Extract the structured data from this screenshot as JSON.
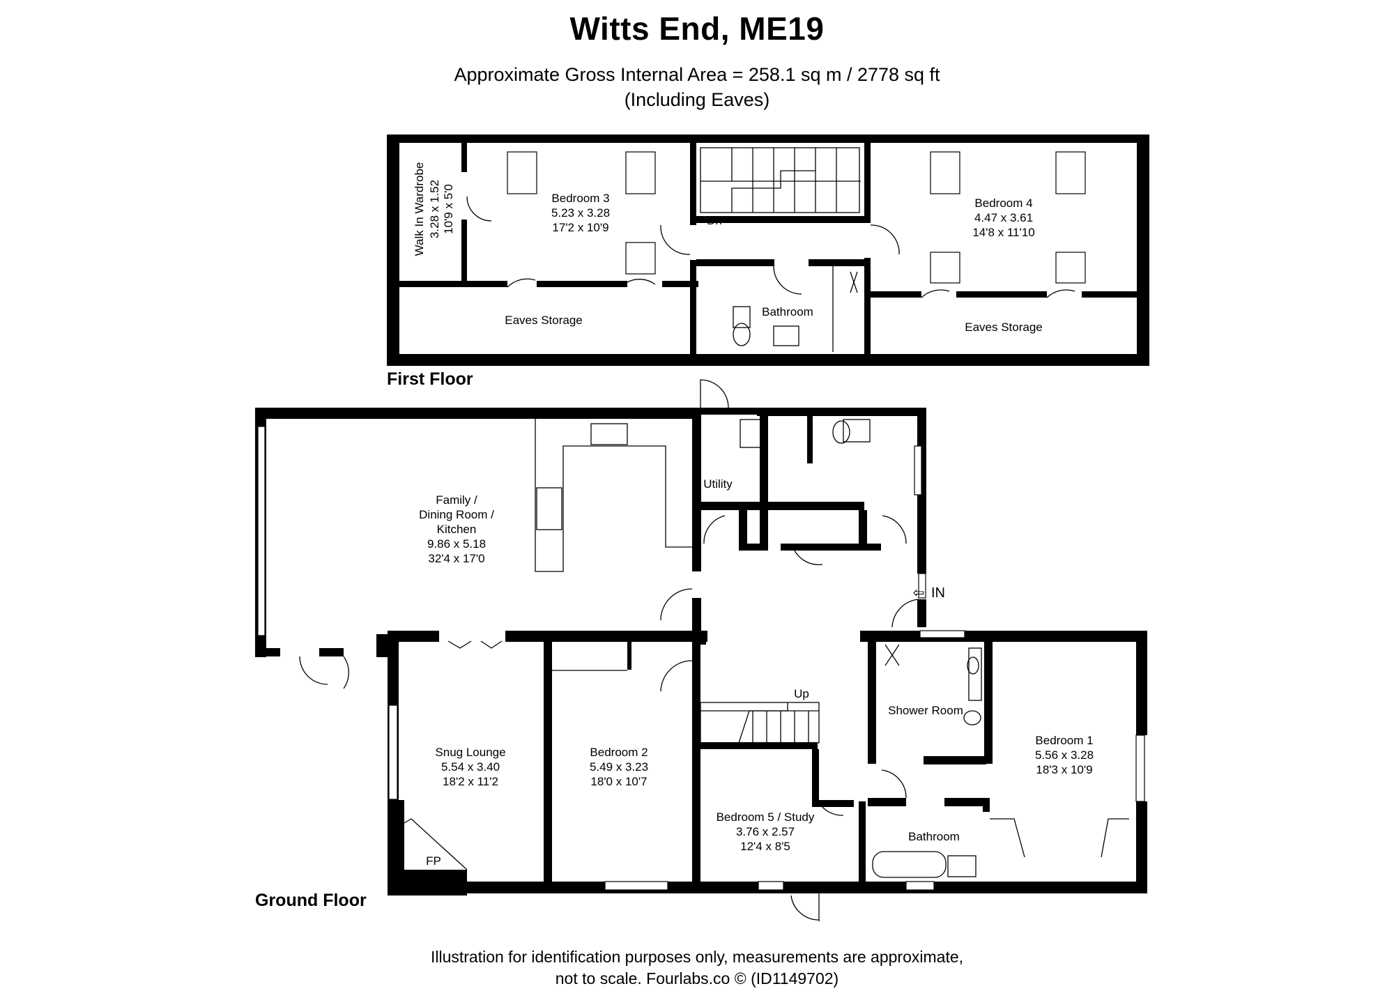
{
  "title": "Witts End, ME19",
  "subtitle_line1": "Approximate Gross Internal Area = 258.1 sq m / 2778 sq ft",
  "subtitle_line2": "(Including Eaves)",
  "first_floor": {
    "label": "First Floor",
    "rooms": {
      "wardrobe": {
        "name": "Walk In Wardrobe",
        "metric": "3.28 x 1.52",
        "imperial": "10'9 x 5'0"
      },
      "bedroom3": {
        "name": "Bedroom 3",
        "metric": "5.23 x 3.28",
        "imperial": "17'2 x 10'9"
      },
      "bedroom4": {
        "name": "Bedroom 4",
        "metric": "4.47 x 3.61",
        "imperial": "14'8 x 11'10"
      },
      "eaves_left": {
        "name": "Eaves Storage"
      },
      "eaves_right": {
        "name": "Eaves Storage"
      },
      "bathroom": {
        "name": "Bathroom"
      },
      "stairs": {
        "name": "Dn"
      }
    }
  },
  "ground_floor": {
    "label": "Ground Floor",
    "rooms": {
      "family": {
        "name1": "Family /",
        "name2": "Dining Room /",
        "name3": "Kitchen",
        "metric": "9.86 x 5.18",
        "imperial": "32'4 x 17'0"
      },
      "utility": {
        "name": "Utility"
      },
      "snug": {
        "name": "Snug Lounge",
        "metric": "5.54 x 3.40",
        "imperial": "18'2 x 11'2"
      },
      "fireplace": {
        "name": "FP"
      },
      "bedroom2": {
        "name": "Bedroom 2",
        "metric": "5.49 x 3.23",
        "imperial": "18'0 x 10'7"
      },
      "bedroom5": {
        "name": "Bedroom 5 / Study",
        "metric": "3.76 x 2.57",
        "imperial": "12'4 x 8'5"
      },
      "shower": {
        "name": "Shower Room"
      },
      "bathroom": {
        "name": "Bathroom"
      },
      "bedroom1": {
        "name": "Bedroom 1",
        "metric": "5.56 x 3.28",
        "imperial": "18'3 x 10'9"
      },
      "stairs": {
        "name": "Up"
      },
      "entrance": {
        "name": "IN"
      }
    }
  },
  "footer_line1": "Illustration for identification purposes only, measurements are approximate,",
  "footer_line2": "not to scale. Fourlabs.co © (ID1149702)"
}
